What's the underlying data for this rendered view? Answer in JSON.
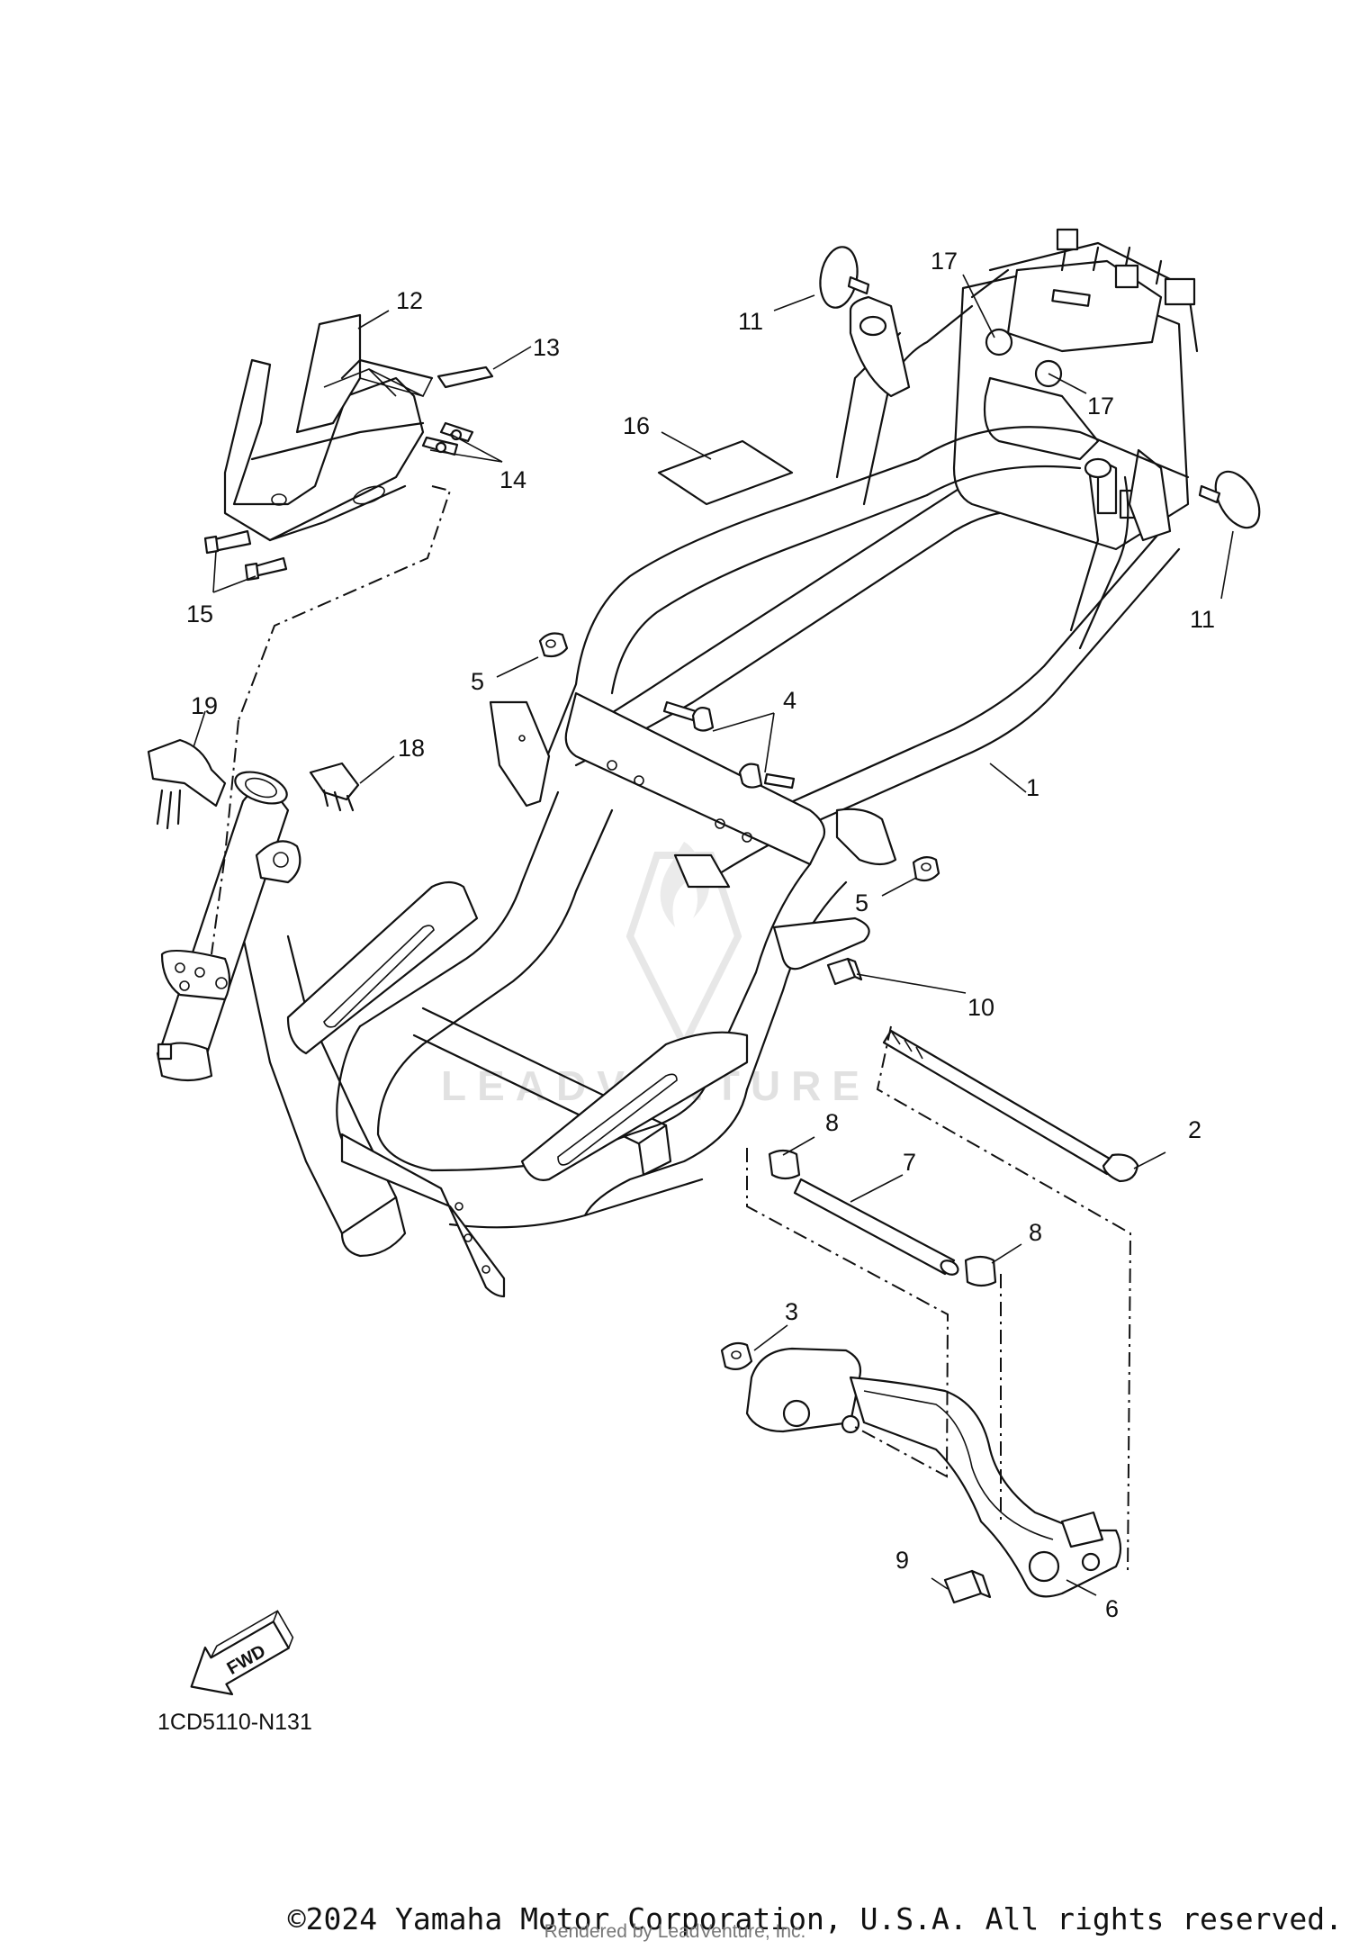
{
  "diagram": {
    "code": "1CD5110-N131",
    "fwd_label": "FWD",
    "watermark": "LEADVENTURE",
    "callouts": [
      {
        "id": "c1",
        "label": "1"
      },
      {
        "id": "c2",
        "label": "2"
      },
      {
        "id": "c3",
        "label": "3"
      },
      {
        "id": "c4",
        "label": "4"
      },
      {
        "id": "c5a",
        "label": "5"
      },
      {
        "id": "c5b",
        "label": "5"
      },
      {
        "id": "c6",
        "label": "6"
      },
      {
        "id": "c7",
        "label": "7"
      },
      {
        "id": "c8a",
        "label": "8"
      },
      {
        "id": "c8b",
        "label": "8"
      },
      {
        "id": "c9",
        "label": "9"
      },
      {
        "id": "c10",
        "label": "10"
      },
      {
        "id": "c11a",
        "label": "11"
      },
      {
        "id": "c11b",
        "label": "11"
      },
      {
        "id": "c12",
        "label": "12"
      },
      {
        "id": "c13",
        "label": "13"
      },
      {
        "id": "c14",
        "label": "14"
      },
      {
        "id": "c15",
        "label": "15"
      },
      {
        "id": "c16",
        "label": "16"
      },
      {
        "id": "c17a",
        "label": "17"
      },
      {
        "id": "c17b",
        "label": "17"
      },
      {
        "id": "c18",
        "label": "18"
      },
      {
        "id": "c19",
        "label": "19"
      }
    ]
  },
  "footer": {
    "copyright": "©2024 Yamaha Motor Corporation, U.S.A. All rights reserved.",
    "rendered_by": "Rendered by LeadVenture, Inc."
  }
}
